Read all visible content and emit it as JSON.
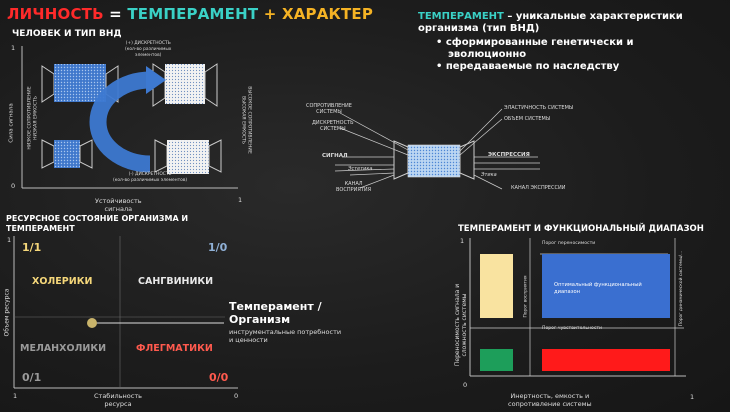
{
  "title": {
    "part1": "ЛИЧНОСТЬ",
    "eq": " = ",
    "part2": "ТЕМПЕРАМЕНТ",
    "plus": " + ",
    "part3": "ХАРАКТЕР",
    "colors": {
      "red": "#ff2a2a",
      "teal": "#3ad1c6",
      "yellow": "#f5b324"
    }
  },
  "vnd": {
    "heading": "ЧЕЛОВЕК И ТИП ВНД",
    "top_label_line1": "(+) ДИСКРЕТНОСТЬ",
    "top_label_line2": "(кол-во различимых",
    "top_label_line3": "элементов)",
    "bottom_label_line1": "(-) ДИСКРЕТНОСТЬ",
    "bottom_label_line2": "(кол-во различимых элементов)",
    "y_axis": "Сила сигнала",
    "left_label_line1": "НИЗКОЕ СОПРОТИВЛЕНИЕ",
    "left_label_line2": "НИЗКАЯ ЕМКОСТЬ",
    "right_label_line1": "ВЫСОКОЕ СОПРОТИВЛЕНИЕ",
    "right_label_line2": "ВЫСОКАЯ ЕМКОСТЬ",
    "x_axis_line1": "Устойчивость",
    "x_axis_line2": "сигнала",
    "y_tick_top": "1",
    "y_tick_bottom": "0",
    "x_tick_right": "1"
  },
  "temperament": {
    "term": "ТЕМПЕРАМЕНТ",
    "definition_line1": " – уникальные характеристики",
    "definition_line2": "организма (тип ВНД)",
    "bullets": [
      "сформированные генетически и",
      "эволюционно",
      "передаваемые по наследству"
    ]
  },
  "system": {
    "left_labels": [
      {
        "line1": "СОПРОТИВЛЕНИЕ",
        "line2": "СИСТЕМЫ"
      },
      {
        "line1": "ДИСКРЕТНОСТЬ",
        "line2": "СИСТЕМЫ"
      },
      {
        "line1": "СИГНАЛ",
        "line2": ""
      },
      {
        "line1": "Эстетика",
        "line2": ""
      },
      {
        "line1": "КАНАЛ",
        "line2": "ВОСПРИЯТИЯ"
      }
    ],
    "right_labels": [
      {
        "line1": "ЭЛАСТИЧНОСТЬ СИСТЕМЫ"
      },
      {
        "line1": "ОБЪЕМ СИСТЕМЫ"
      },
      {
        "line1": "ЭКСПРЕССИЯ"
      },
      {
        "line1": "Этика"
      },
      {
        "line1": "КАНАЛ ЭКСПРЕССИИ"
      }
    ]
  },
  "resource": {
    "heading_line1": "РЕСУРСНОЕ СОСТОЯНИЕ ОРГАНИЗМА И",
    "heading_line2": "ТЕМПЕРАМЕНТ",
    "q_top_left": "1/1",
    "q_top_right": "1/0",
    "q_bottom_left": "0/1",
    "q_bottom_right": "0/0",
    "choleric": "ХОЛЕРИКИ",
    "sanguine": "САНГВИНИКИ",
    "melancholic": "МЕЛАНХОЛИКИ",
    "phlegmatic": "ФЛЕГМАТИКИ",
    "callout_line1": "Темперамент /",
    "callout_line2": "Организм",
    "callout_sub_line1": "инструментальные потребности",
    "callout_sub_line2": "и ценности",
    "y_axis": "Объем ресурса",
    "x_axis_line1": "Стабильность",
    "x_axis_line2": "ресурса",
    "tick_y": "1",
    "tick_x_left": "1",
    "tick_x_right": "0",
    "colors": {
      "choleric": "#f5d77a",
      "sanguine": "#e8e8e8",
      "melancholic": "#9a9a9a",
      "phlegmatic": "#ff5a4e",
      "ratio": "#8fb0d6"
    }
  },
  "range": {
    "heading": "ТЕМПЕРАМЕНТ И ФУНКЦИОНАЛЬНЫЙ ДИАПАЗОН",
    "threshold_transfer": "Порог переносимости",
    "threshold_sensitivity": "Порог чувствительности",
    "threshold_accept": "Порог восприятия",
    "threshold_dynamic": "Порог динамической системы/...",
    "optimal_line1": "Оптимальный функциональный",
    "optimal_line2": "диапазон",
    "y_axis_line1": "Переносимость сигнала и",
    "y_axis_line2": "сложность системы",
    "x_axis_line1": "Инертность, емкость и",
    "x_axis_line2": "сопротивление системы",
    "tick_y": "1",
    "tick_origin": "0",
    "tick_x": "1",
    "colors": {
      "yellow": "#f9e3a0",
      "green": "#1d9e5a",
      "blue": "#3a6fd0",
      "red": "#ff1a1a"
    }
  }
}
